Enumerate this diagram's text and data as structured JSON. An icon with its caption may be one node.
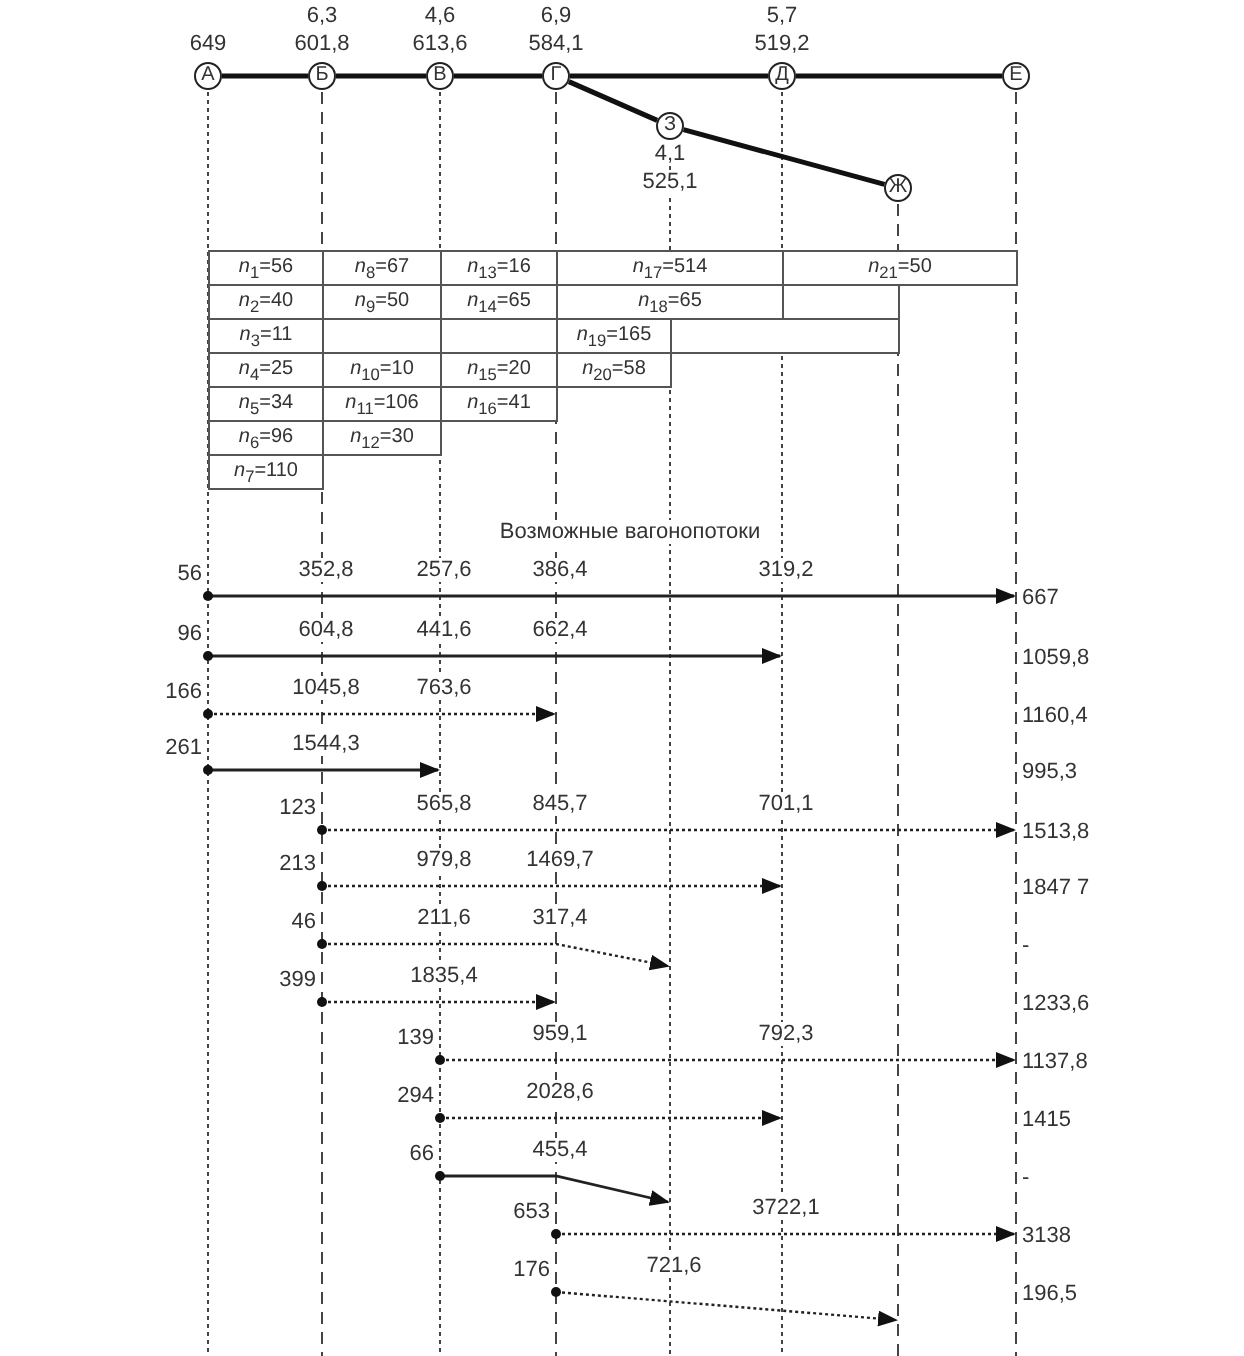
{
  "diagram": {
    "nodes": [
      {
        "text": [
          "А"
        ],
        "beside": [
          "649"
        ]
      },
      {
        "text": [
          "Б"
        ],
        "beside": [
          "6,3",
          "601,8"
        ]
      },
      {
        "text": [
          "В"
        ],
        "beside": [
          "4,6",
          "613,6"
        ]
      },
      {
        "text": [
          "Г"
        ],
        "beside": [
          "6,9",
          "584,1"
        ]
      },
      {
        "text": [
          "Д"
        ],
        "beside": [
          "5,7",
          "519,2"
        ]
      },
      {
        "text": [
          "Е"
        ]
      },
      {
        "text": [
          "З"
        ],
        "beside": [
          "4,1",
          "525,1"
        ]
      },
      {
        "text": [
          "Ж"
        ]
      }
    ],
    "edges": [
      {
        "from": 0,
        "to": 1,
        "arrow": "none"
      },
      {
        "from": 1,
        "to": 2,
        "arrow": "none"
      },
      {
        "from": 2,
        "to": 3,
        "arrow": "none"
      },
      {
        "from": 3,
        "to": 4,
        "arrow": "none"
      },
      {
        "from": 4,
        "to": 5,
        "arrow": "none"
      },
      {
        "from": 3,
        "to": 6,
        "arrow": "none"
      },
      {
        "from": 6,
        "to": 7,
        "arrow": "none"
      }
    ],
    "labels": [
      "*n*$_{1}$=56",
      "*n*$_{8}$=67",
      "*n*$_{13}$=16",
      "*n*$_{17}$=514",
      "*n*$_{21}$=50",
      "*n*$_{2}$=40",
      "*n*$_{9}$=50",
      "*n*$_{14}$=65",
      "*n*$_{18}$=65",
      "*n*$_{3}$=11",
      "*n*$_{19}$=165",
      "*n*$_{4}$=25",
      "*n*$_{10}$=10",
      "*n*$_{15}$=20",
      "*n*$_{20}$=58",
      "*n*$_{5}$=34",
      "*n*$_{11}$=106",
      "*n*$_{16}$=41",
      "*n*$_{6}$=96",
      "*n*$_{12}$=30",
      "*n*$_{7}$=110",
      "Возможные вагонопотоки",
      "56",
      "352,8",
      "257,6",
      "386,4",
      "319,2",
      "667",
      "96",
      "604,8",
      "441,6",
      "662,4",
      "1059,8",
      "166",
      "1045,8",
      "763,6",
      "1160,4",
      "261",
      "1544,3",
      "995,3",
      "123",
      "565,8",
      "845,7",
      "701,1",
      "1513,8",
      "213",
      "979,8",
      "1469,7",
      "1847 7",
      "46",
      "211,6",
      "317,4",
      "-",
      "399",
      "1835,4",
      "1233,6",
      "139",
      "959,1",
      "792,3",
      "1137,8",
      "294",
      "2028,6",
      "1415",
      "66",
      "455,4",
      "-",
      "653",
      "3722,1",
      "3138",
      "176",
      "721,6",
      "196,5"
    ]
  }
}
